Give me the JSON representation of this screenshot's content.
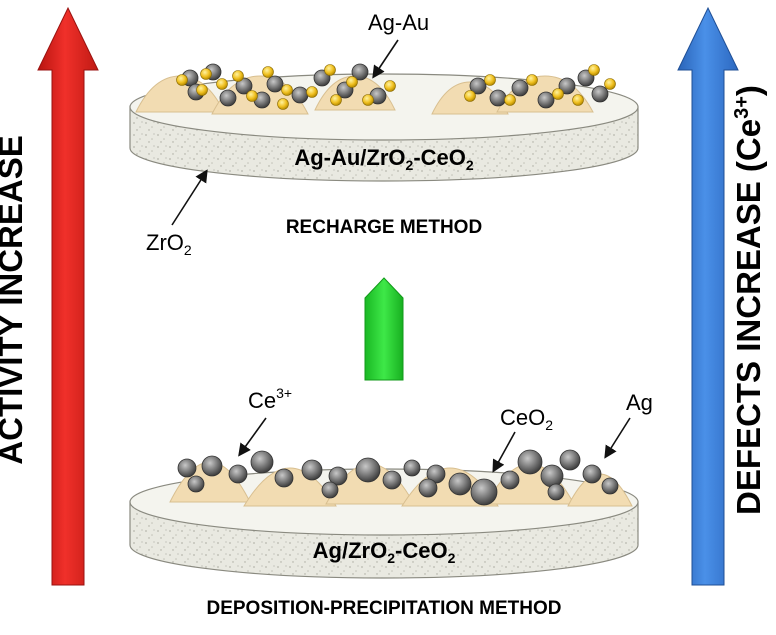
{
  "colors": {
    "left_arrow": "#e8201c",
    "right_arrow": "#3a7fd6",
    "center_arrow": "#22d42e",
    "disc_top": "#ecece4",
    "disc_side": "#dcdcd2",
    "ceo2_patch": "#f2dcb2",
    "ag_particle": "#7a7a7a",
    "au_particle": "#f0c020"
  },
  "left_label": "ACTIVITY INCREASE",
  "right_label_main": "DEFECTS INCREASE (Ce",
  "right_label_sup": "3+",
  "right_label_end": ")",
  "top_disc": {
    "label_prefix": "Ag-Au/ZrO",
    "label_sub1": "2",
    "label_mid": "-CeO",
    "label_sub2": "2",
    "callout_agau": "Ag-Au",
    "callout_zro2": "ZrO",
    "callout_zro2_sub": "2"
  },
  "recharge_label": "RECHARGE METHOD",
  "bottom_disc": {
    "label_prefix": "Ag/ZrO",
    "label_sub1": "2",
    "label_mid": "-CeO",
    "label_sub2": "2",
    "callout_ce": "Ce",
    "callout_ce_sup": "3+",
    "callout_ceo2": "CeO",
    "callout_ceo2_sub": "2",
    "callout_ag": "Ag"
  },
  "deposition_label": "DEPOSITION-PRECIPITATION METHOD"
}
